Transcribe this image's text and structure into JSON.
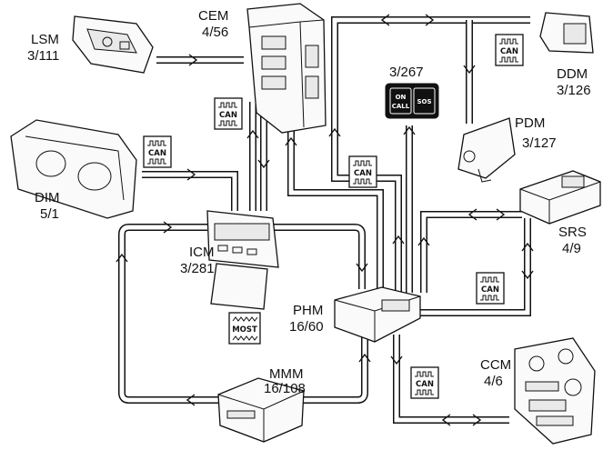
{
  "modules": {
    "lsm": {
      "name": "LSM",
      "code": "3/111"
    },
    "cem": {
      "name": "CEM",
      "code": "4/56"
    },
    "ddm": {
      "name": "DDM",
      "code": "3/126"
    },
    "pdm": {
      "name": "PDM",
      "code": "3/127"
    },
    "oncall": {
      "code": "3/267",
      "btn_on": "ON",
      "btn_call": "CALL",
      "btn_sos": "SOS"
    },
    "dim": {
      "name": "DIM",
      "code": "5/1"
    },
    "srs": {
      "name": "SRS",
      "code": "4/9"
    },
    "icm": {
      "name": "ICM",
      "code": "3/281"
    },
    "phm": {
      "name": "PHM",
      "code": "16/60"
    },
    "ccm": {
      "name": "CCM",
      "code": "4/6"
    },
    "mmm": {
      "name": "MMM",
      "code": "16/108"
    }
  },
  "bus_badges": {
    "can": "CAN",
    "most": "MOST"
  }
}
